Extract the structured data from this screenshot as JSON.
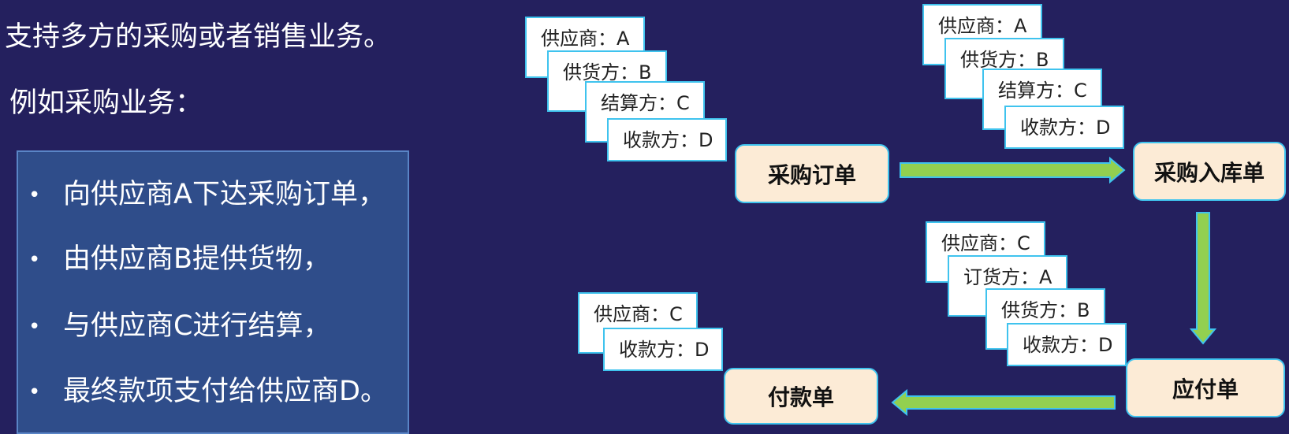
{
  "intro": {
    "line1": "支持多方的采购或者销售业务。",
    "line2": "例如采购业务："
  },
  "bullets": [
    "向供应商A下达采购订单，",
    "由供应商B提供货物，",
    "与供应商C进行结算，",
    "最终款项支付给供应商D。"
  ],
  "bullet_glyph": "•",
  "nodes": {
    "purchase_order": "采购订单",
    "purchase_receipt": "采购入库单",
    "payable": "应付单",
    "payment": "付款单"
  },
  "card_groups": {
    "purchase_order": [
      "供应商：A",
      "供货方：B",
      "结算方：C",
      "收款方：D"
    ],
    "purchase_receipt": [
      "供应商：A",
      "供货方：B",
      "结算方：C",
      "收款方：D"
    ],
    "payable": [
      "供应商：C",
      "订货方：A",
      "供货方：B",
      "收款方：D"
    ],
    "payment": [
      "供应商：C",
      "收款方：D"
    ]
  },
  "colors": {
    "background": "#24205e",
    "panel": "#2f4d8a",
    "card_border": "#3fc3ee",
    "node_fill": "#fcebd6",
    "arrow_fill": "#92d050",
    "arrow_outline": "#3fc3ee"
  }
}
